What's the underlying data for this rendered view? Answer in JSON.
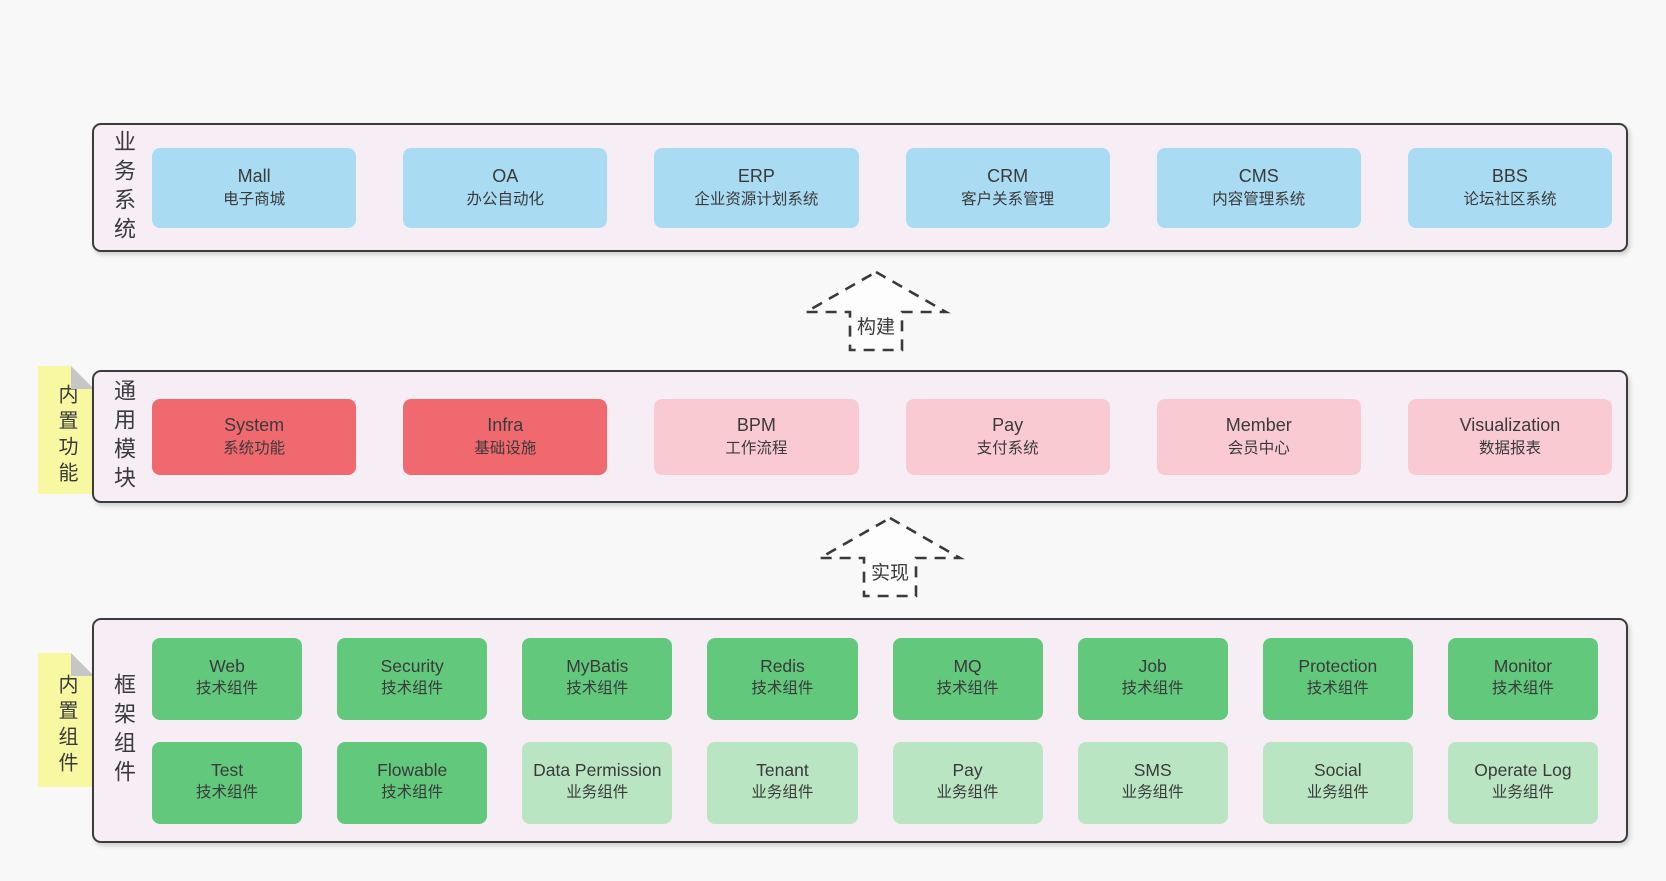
{
  "diagram": {
    "background": "#f8f8f8",
    "panel_fill": "#f7edf5",
    "panel_border": "#3c3c3c",
    "text_color": "#3a3a3a",
    "sticky_color": "#f8f8a2",
    "blue": "#a9dbf3",
    "red": "#f0696e",
    "pink": "#facad3",
    "green_dark": "#62c87c",
    "green_light": "#bae5c3"
  },
  "sections": {
    "business": {
      "label": "业务系统",
      "items": [
        {
          "name": "Mall",
          "desc": "电子商城"
        },
        {
          "name": "OA",
          "desc": "办公自动化"
        },
        {
          "name": "ERP",
          "desc": "企业资源计划系统"
        },
        {
          "name": "CRM",
          "desc": "客户关系管理"
        },
        {
          "name": "CMS",
          "desc": "内容管理系统"
        },
        {
          "name": "BBS",
          "desc": "论坛社区系统"
        }
      ]
    },
    "modules": {
      "label": "通用模块",
      "sticky": "内置功能",
      "items": [
        {
          "name": "System",
          "desc": "系统功能"
        },
        {
          "name": "Infra",
          "desc": "基础设施"
        },
        {
          "name": "BPM",
          "desc": "工作流程"
        },
        {
          "name": "Pay",
          "desc": "支付系统"
        },
        {
          "name": "Member",
          "desc": "会员中心"
        },
        {
          "name": "Visualization",
          "desc": "数据报表"
        }
      ]
    },
    "components": {
      "label": "框架组件",
      "sticky": "内置组件",
      "rows": [
        [
          {
            "name": "Web",
            "desc": "技术组件"
          },
          {
            "name": "Security",
            "desc": "技术组件"
          },
          {
            "name": "MyBatis",
            "desc": "技术组件"
          },
          {
            "name": "Redis",
            "desc": "技术组件"
          },
          {
            "name": "MQ",
            "desc": "技术组件"
          },
          {
            "name": "Job",
            "desc": "技术组件"
          },
          {
            "name": "Protection",
            "desc": "技术组件"
          },
          {
            "name": "Monitor",
            "desc": "技术组件"
          }
        ],
        [
          {
            "name": "Test",
            "desc": "技术组件"
          },
          {
            "name": "Flowable",
            "desc": "技术组件"
          },
          {
            "name": "Data Permission",
            "desc": "业务组件"
          },
          {
            "name": "Tenant",
            "desc": "业务组件"
          },
          {
            "name": "Pay",
            "desc": "业务组件"
          },
          {
            "name": "SMS",
            "desc": "业务组件"
          },
          {
            "name": "Social",
            "desc": "业务组件"
          },
          {
            "name": "Operate Log",
            "desc": "业务组件"
          }
        ]
      ]
    }
  },
  "arrows": [
    {
      "label": "构建"
    },
    {
      "label": "实现"
    }
  ]
}
